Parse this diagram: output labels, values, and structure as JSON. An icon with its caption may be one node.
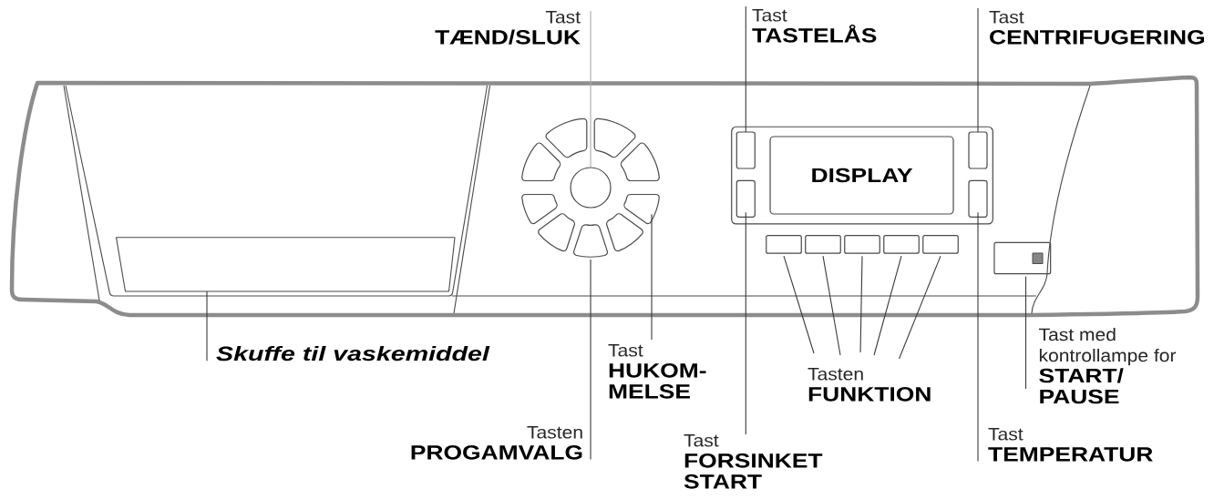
{
  "diagram": {
    "nodes": [
      {
        "text": [
          "Tast",
          "TÆND/SLUK"
        ]
      },
      {
        "text": [
          "Tast",
          "TASTELÅS"
        ]
      },
      {
        "text": [
          "Tast",
          "CENTRIFUGERING"
        ]
      },
      {
        "text": [],
        "shape": "box"
      },
      {
        "text": [],
        "shape": "box",
        "in": 3
      },
      {
        "text": [
          "DISPLAY"
        ],
        "in": 3
      },
      {
        "text": [],
        "shape": "box",
        "in": 3
      },
      {
        "text": [],
        "shape": "box",
        "in": 3
      },
      {
        "text": [],
        "shape": "box",
        "in": 3
      },
      {
        "text": [],
        "shape": "circle"
      },
      {
        "text": [],
        "shape": "segment"
      },
      {
        "text": [],
        "shape": "segment"
      },
      {
        "text": [],
        "shape": "box"
      },
      {
        "text": [],
        "shape": "box"
      },
      {
        "text": [],
        "shape": "box"
      },
      {
        "text": [],
        "shape": "box"
      },
      {
        "text": [],
        "shape": "box"
      },
      {
        "text": [],
        "shape": "box"
      },
      {
        "text": [],
        "shape": "box"
      },
      {
        "text": [
          "Skuffe til vaskemiddel"
        ]
      },
      {
        "text": [
          "Tast",
          "HUKOM- MELSE"
        ]
      },
      {
        "text": [
          "Tast med kontrollampe for",
          "START/ PAUSE"
        ]
      },
      {
        "text": [
          "Tasten",
          "FUNKTION"
        ]
      },
      {
        "text": [
          "Tasten",
          "PROGAMVALG"
        ]
      },
      {
        "text": [
          "Tast",
          "FORSINKET START"
        ]
      },
      {
        "text": [
          "Tast",
          "TEMPERATUR"
        ]
      }
    ],
    "edges": [
      {
        "from": 0,
        "to": 9,
        "arrow": "none",
        "color": "#a8a8a8"
      },
      {
        "from": 1,
        "to": 4,
        "arrow": "none"
      },
      {
        "from": 2,
        "to": 6,
        "arrow": "none"
      },
      {
        "from": 19,
        "to": 12,
        "arrow": "none"
      },
      {
        "from": 20,
        "to": 10,
        "arrow": "none"
      },
      {
        "from": 21,
        "to": 18,
        "arrow": "none"
      },
      {
        "from": 22,
        "to": 13,
        "arrow": "none"
      },
      {
        "from": 22,
        "to": 14,
        "arrow": "none"
      },
      {
        "from": 22,
        "to": 15,
        "arrow": "none"
      },
      {
        "from": 22,
        "to": 16,
        "arrow": "none"
      },
      {
        "from": 22,
        "to": 17,
        "arrow": "none"
      },
      {
        "from": 23,
        "to": 11,
        "arrow": "none"
      },
      {
        "from": 24,
        "to": 7,
        "arrow": "none"
      },
      {
        "from": 25,
        "to": 8,
        "arrow": "none"
      }
    ]
  }
}
